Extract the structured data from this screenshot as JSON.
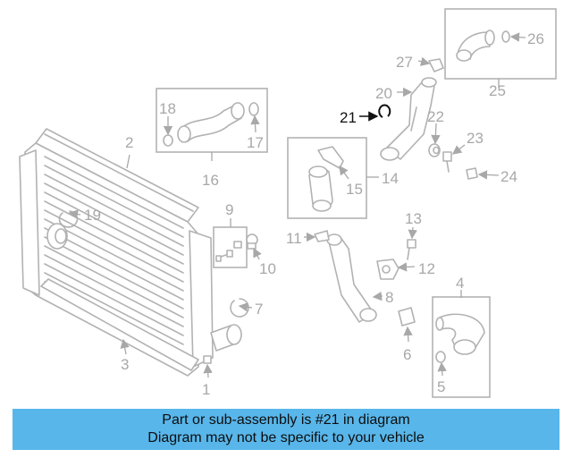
{
  "callouts": {
    "c1": "1",
    "c2": "2",
    "c3": "3",
    "c4": "4",
    "c5": "5",
    "c6": "6",
    "c7": "7",
    "c8": "8",
    "c9": "9",
    "c10": "10",
    "c11": "11",
    "c12": "12",
    "c13": "13",
    "c14": "14",
    "c15": "15",
    "c16": "16",
    "c17": "17",
    "c18": "18",
    "c19": "19",
    "c20": "20",
    "c21": "21",
    "c22": "22",
    "c23": "23",
    "c24": "24",
    "c25": "25",
    "c26": "26",
    "c27": "27"
  },
  "highlighted_part": "21",
  "banner": {
    "line1": "Part or sub-assembly is #21 in diagram",
    "line2": "Diagram may not be specific to your vehicle"
  },
  "colors": {
    "line_gray": "#b2b2b2",
    "label_gray": "#a8a8a8",
    "highlight": "#111111",
    "banner_blue": "#58b6ea"
  }
}
